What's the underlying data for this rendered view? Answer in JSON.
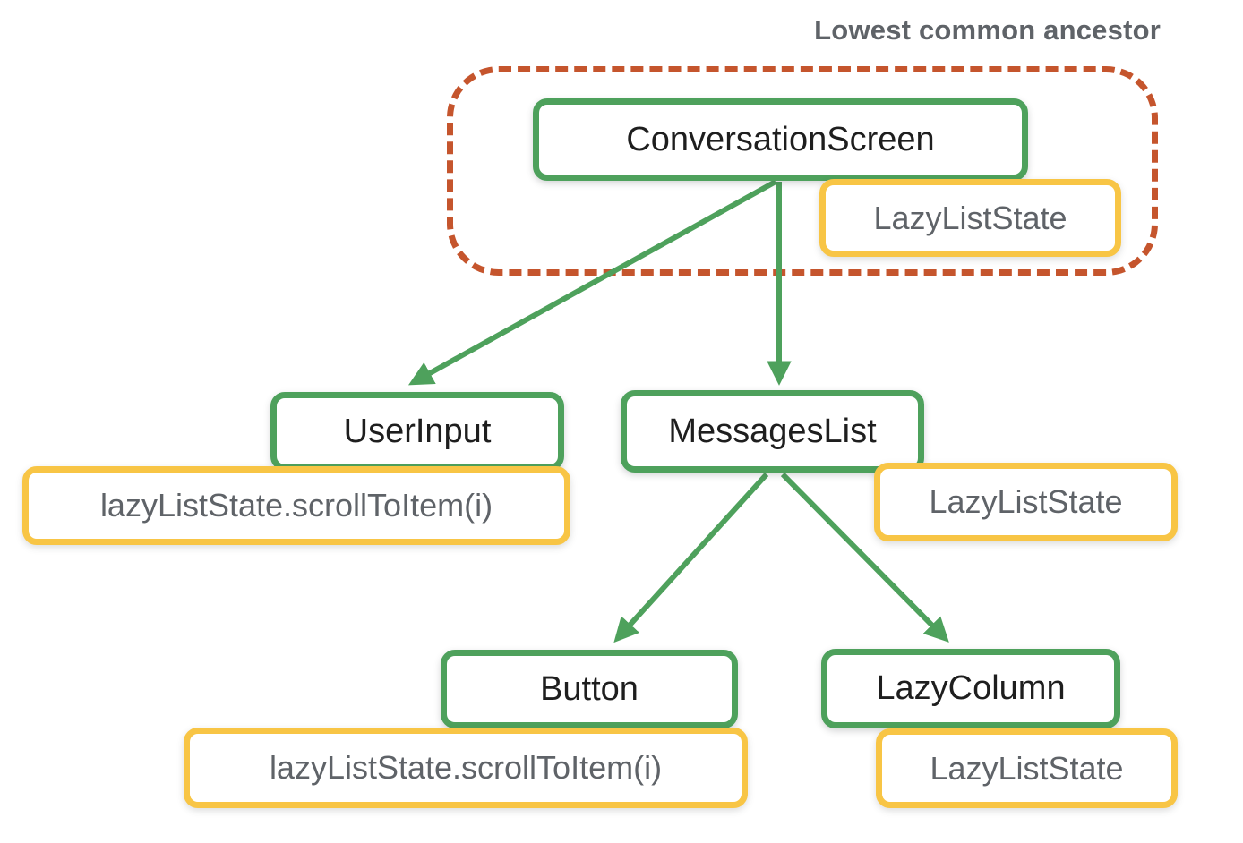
{
  "diagram": {
    "title": "Lowest common ancestor",
    "colors": {
      "component_border": "#4ea15c",
      "state_border": "#f8c545",
      "boundary_dash": "#c5552d",
      "state_text": "#5f6368",
      "component_text": "#1e1e1e",
      "title_text": "#5f6368",
      "arrow": "#4ea15c"
    },
    "nodes": {
      "conversation_screen": {
        "label": "ConversationScreen",
        "kind": "component"
      },
      "conversation_screen_state": {
        "label": "LazyListState",
        "kind": "state"
      },
      "user_input": {
        "label": "UserInput",
        "kind": "component"
      },
      "user_input_state": {
        "label": "lazyListState.scrollToItem(i)",
        "kind": "state"
      },
      "messages_list": {
        "label": "MessagesList",
        "kind": "component"
      },
      "messages_list_state": {
        "label": "LazyListState",
        "kind": "state"
      },
      "button": {
        "label": "Button",
        "kind": "component"
      },
      "button_state": {
        "label": "lazyListState.scrollToItem(i)",
        "kind": "state"
      },
      "lazy_column": {
        "label": "LazyColumn",
        "kind": "component"
      },
      "lazy_column_state": {
        "label": "LazyListState",
        "kind": "state"
      }
    },
    "edges": [
      {
        "from": "ConversationScreen",
        "to": "UserInput"
      },
      {
        "from": "ConversationScreen",
        "to": "MessagesList"
      },
      {
        "from": "MessagesList",
        "to": "Button"
      },
      {
        "from": "MessagesList",
        "to": "LazyColumn"
      }
    ],
    "boundary_encloses": [
      "ConversationScreen",
      "LazyListState"
    ]
  }
}
